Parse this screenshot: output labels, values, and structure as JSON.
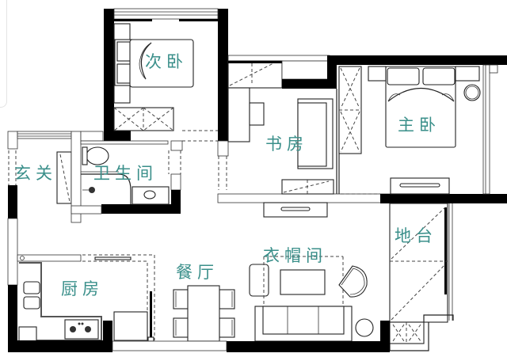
{
  "plan": {
    "type": "apartment floor plan",
    "label_color": "#3a8f8a",
    "rooms": [
      {
        "id": "second-bedroom",
        "label": "次卧"
      },
      {
        "id": "study",
        "label": "书房"
      },
      {
        "id": "master-bedroom",
        "label": "主卧"
      },
      {
        "id": "entrance",
        "label": "玄关"
      },
      {
        "id": "bathroom",
        "label": "卫生间"
      },
      {
        "id": "balcony",
        "label": "地台"
      },
      {
        "id": "cloakroom",
        "label": "衣帽间"
      },
      {
        "id": "dining",
        "label": "餐厅"
      },
      {
        "id": "kitchen",
        "label": "厨房"
      }
    ]
  }
}
